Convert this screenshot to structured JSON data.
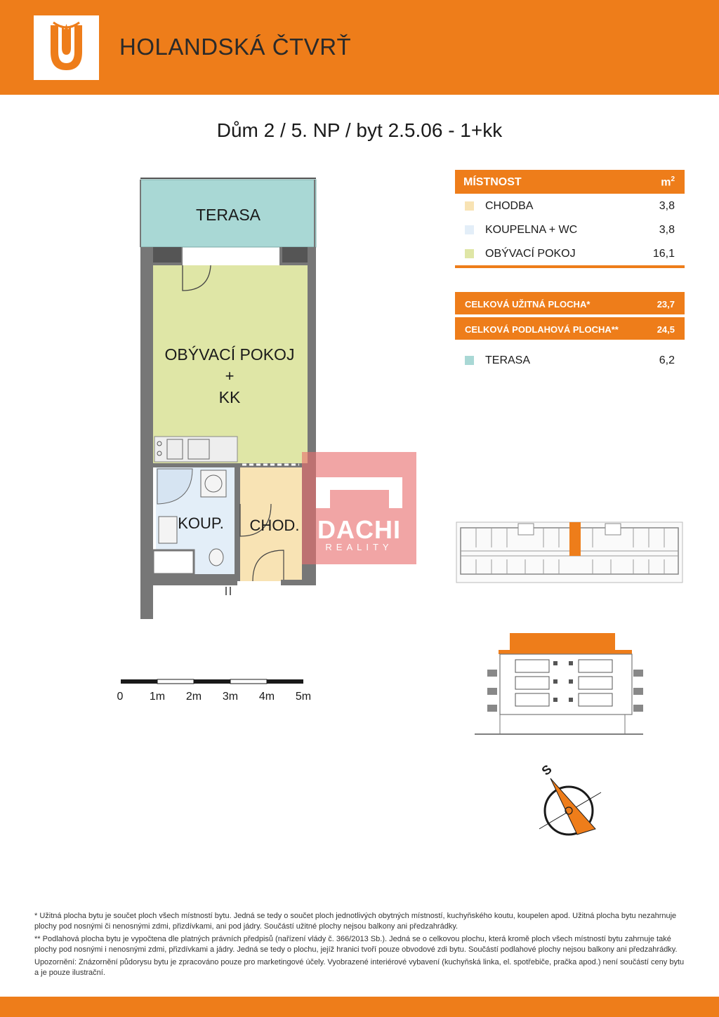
{
  "header": {
    "brand": "HOLANDSKÁ ČTVRŤ",
    "logo_icon": "tulip-u-logo-icon",
    "color": "#ee7d1a"
  },
  "title": "Dům 2 / 5. NP / byt 2.5.06 - 1+kk",
  "plan": {
    "terasa": "TERASA",
    "living_line1": "OBÝVACÍ POKOJ",
    "living_line2": "+",
    "living_line3": "KK",
    "bathroom": "KOUP.",
    "hallway": "CHOD."
  },
  "table": {
    "col_room": "MÍSTNOST",
    "col_unit": "m",
    "col_unit_sup": "2",
    "rows": [
      {
        "name": "CHODBA",
        "value": "3,8",
        "color": "#f8e3b4"
      },
      {
        "name": "KOUPELNA + WC",
        "value": "3,8",
        "color": "#e3eef8"
      },
      {
        "name": "OBÝVACÍ POKOJ",
        "value": "16,1",
        "color": "#dfe6a6"
      }
    ],
    "total_usable_label": "CELKOVÁ UŽITNÁ PLOCHA*",
    "total_usable_value": "23,7",
    "total_floor_label": "CELKOVÁ PODLAHOVÁ PLOCHA**",
    "total_floor_value": "24,5",
    "terasa_name": "TERASA",
    "terasa_value": "6,2",
    "terasa_color": "#a9d8d5"
  },
  "scale": {
    "labels": [
      "0",
      "1m",
      "2m",
      "3m",
      "4m",
      "5m"
    ]
  },
  "watermark": {
    "text": "DACHI",
    "sub": "REALITY"
  },
  "compass": {
    "label": "S"
  },
  "notes": {
    "n1": "* Užitná plocha bytu je součet ploch všech místností bytu. Jedná se tedy o součet ploch jednotlivých obytných místností, kuchyňského koutu, koupelen apod. Užitná plocha bytu nezahrnuje plochy pod nosnými či nenosnými zdmi, přizdívkami, ani pod jádry. Součástí užitné plochy nejsou balkony ani předzahrádky.",
    "n2": "** Podlahová plocha bytu je vypočtena dle platných právních předpisů (nařízení vlády č. 366/2013 Sb.). Jedná se o celkovou plochu, která kromě ploch všech místností bytu zahrnuje také plochy pod nosnými i nenosnými zdmi, přizdívkami a jádry. Jedná se tedy o plochu, jejíž hranici tvoří pouze obvodové zdi bytu. Součástí podlahové plochy nejsou balkony ani předzahrádky.",
    "n3": "Upozornění: Znázornění půdorysu bytu je zpracováno pouze pro marketingové účely. Vyobrazené interiérové vybavení (kuchyňská linka, el. spotřebiče, pračka apod.) není součástí ceny bytu a je pouze ilustrační."
  }
}
